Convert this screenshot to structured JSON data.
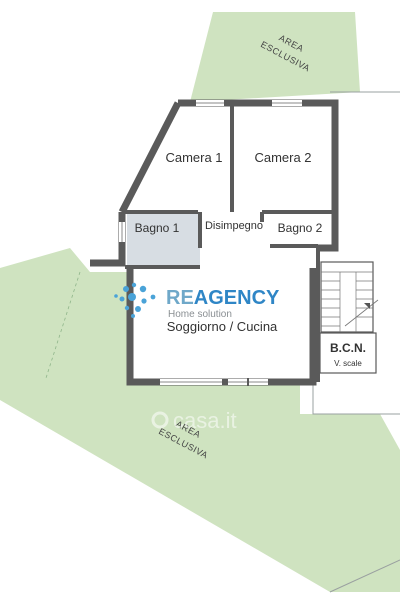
{
  "rooms": {
    "camera1": "Camera 1",
    "camera2": "Camera 2",
    "disimpegno": "Disimpegno",
    "bagno1": "Bagno 1",
    "bagno2": "Bagno 2",
    "soggiorno": "Soggiorno / Cucina",
    "bcn": "B.C.N.",
    "vscale": "V. scale"
  },
  "gardens": {
    "top": [
      "AREA",
      "ESCLUSIVA"
    ],
    "bottom": [
      "AREA",
      "ESCLUSIVA"
    ]
  },
  "logo": {
    "brand_re": "RE",
    "brand_agency": "AGENCY",
    "tagline": "Home solution"
  },
  "watermark": "casa.it",
  "colors": {
    "garden": "#cfe3c0",
    "wall": "#5a5a5a",
    "bath_floor": "#d7dde3",
    "brand_blue": "#4aa3d8"
  }
}
